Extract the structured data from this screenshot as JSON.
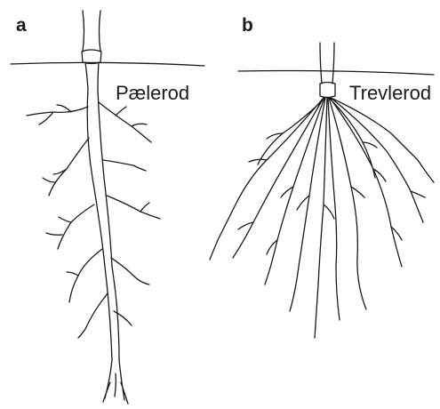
{
  "panels": [
    {
      "letter": "a",
      "label": "Pælerod"
    },
    {
      "letter": "b",
      "label": "Trevlerod"
    }
  ],
  "colors": {
    "ink": "#1a1a1a",
    "background": "#ffffff"
  }
}
